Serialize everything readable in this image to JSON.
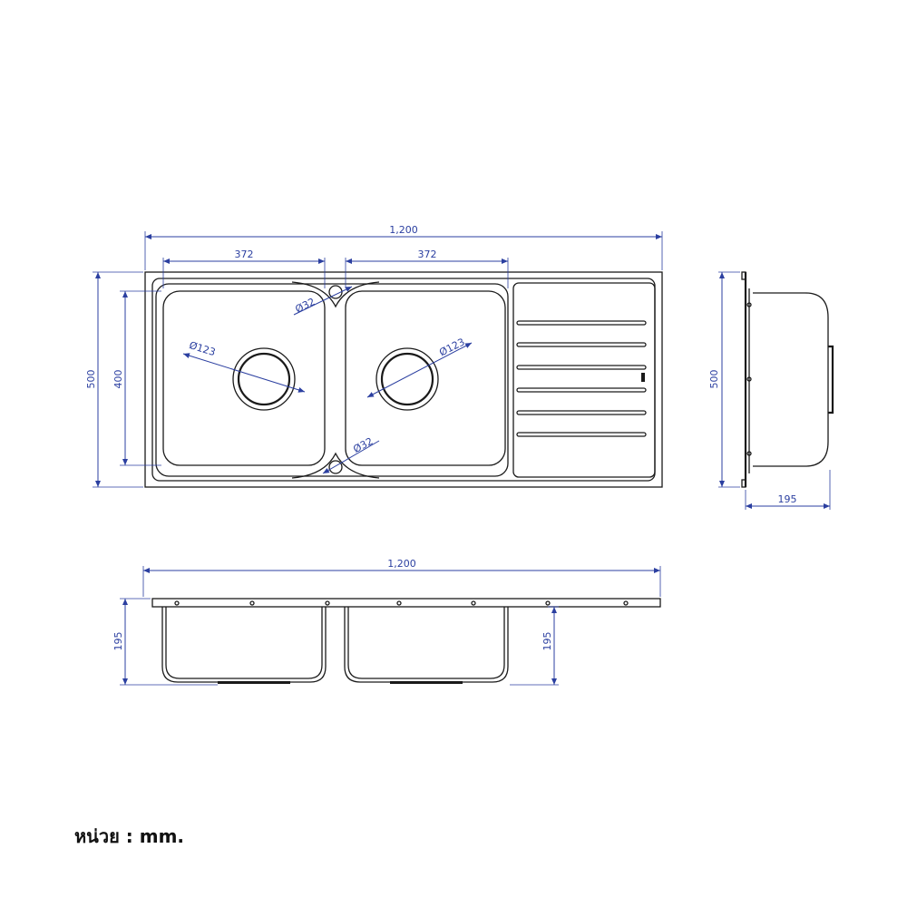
{
  "top_view": {
    "width_label": "1,200",
    "bowl_left_label": "372",
    "bowl_right_label": "372",
    "height_label": "500",
    "bowl_height_label": "400",
    "drain_left_label": "Ø123",
    "drain_right_label": "Ø123",
    "tap_top_label": "Ø32",
    "tap_bottom_label": "Ø32"
  },
  "side_view": {
    "height_label": "500",
    "depth_label": "195"
  },
  "front_view": {
    "width_label": "1,200",
    "depth_left_label": "195",
    "depth_right_label": "195"
  },
  "unit_label": "หน่วย : mm.",
  "colors": {
    "dimension": "#2b3fa0",
    "outline": "#1a1a1a"
  }
}
